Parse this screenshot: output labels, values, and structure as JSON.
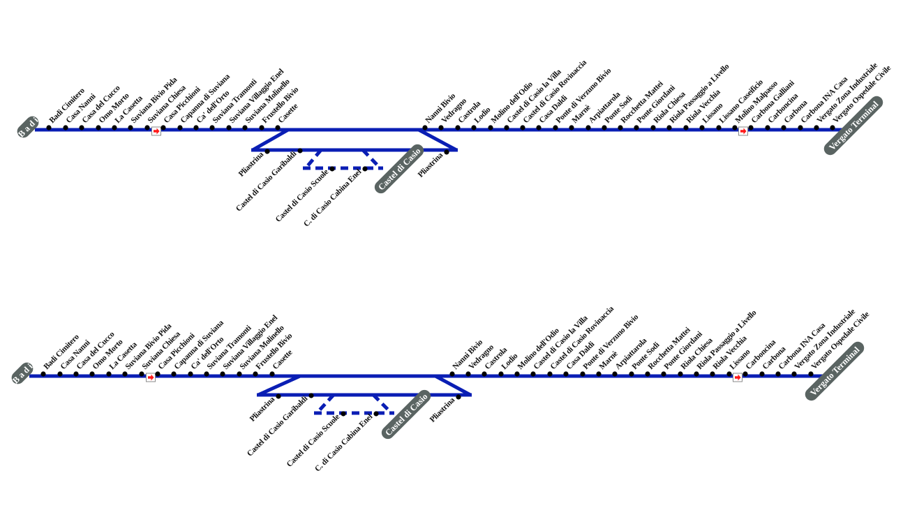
{
  "colors": {
    "line": "#0a1eb4",
    "terminal_bg": "#5a6462",
    "stop": "#000000",
    "direction_arrow": "#ff1a1a"
  },
  "diagrams": [
    {
      "name": "route-diagram-1",
      "terminals": {
        "start": "B a d i",
        "middle": "Castel di Casio",
        "end": "Vergato Terminal"
      },
      "main_stops_left": [
        "Badi Cimitero",
        "Casa Nanni",
        "Casa del Cucco",
        "Omo Morto",
        "La Casetta",
        "Suviana Bivio Pida",
        "Suviana Chiesa",
        "Casa Picchioni",
        "Capanna di Suviana",
        "Ca' dell'Orto",
        "Suviana Tramonti",
        "Suviana Villaggio Enel",
        "Suviana Molinello",
        "Frustello Bivio",
        "Casette"
      ],
      "main_stops_right": [
        "Nanni Bivio",
        "Vedragno",
        "Castrola",
        "Lodio",
        "Molino dell'Odio",
        "Castel di Casio la Villa",
        "Castel di Casio Rovinaccia",
        "Casa Daldi",
        "Ponte di Verzuno Bivio",
        "Marnè",
        "Arpiattarola",
        "Ponte Sodi",
        "Rocchetta Mattei",
        "Ponte Giordani",
        "Riola Chiesa",
        "Riola Passaggio a Livello",
        "Riola Vecchia",
        "Lissano",
        "Lissano Caseificio",
        "Molino Malpasso",
        "Carbona Galliani",
        "Carboncina",
        "Carbona",
        "Carbona INA Casa",
        "Vergato Zona Industriale",
        "Vergato Ospedale Civile"
      ],
      "loop_stops": [
        "Pliastrina",
        "Castel di Casio Garibaldi",
        "Castel di Casio Scuole",
        "C. di Casio Cabina Enel",
        "Pliastrina"
      ],
      "direction_markers": [
        "direction-arrow",
        "direction-arrow"
      ]
    },
    {
      "name": "route-diagram-2",
      "terminals": {
        "start": "B a d i",
        "middle": "Castel di Casio",
        "end": "Vergato Terminal"
      },
      "main_stops_left": [
        "Badi Cimitero",
        "Casa Nanni",
        "Casa del Cucco",
        "Omo Morto",
        "La Casetta",
        "Suviana Bivio Pida",
        "Suviana Chiesa",
        "Casa Picchioni",
        "Capanna di Suviana",
        "Ca' dell'Orto",
        "Suviana Tramonti",
        "Suviana Villaggio Enel",
        "Suviana Molinello",
        "Frustello Bivio",
        "Casette"
      ],
      "main_stops_right": [
        "Nanni Bivio",
        "Vedragno",
        "Castrola",
        "Lodio",
        "Molino dell'Odio",
        "Castel di Casio la Villa",
        "Castel di Casio Rovinaccia",
        "Casa Daldi",
        "Ponte di Verzuno Bivio",
        "Marnè",
        "Arpiattarola",
        "Ponte Sodi",
        "Rocchetta Mattei",
        "Ponte Giordani",
        "Riola Chiesa",
        "Riola Passaggio a Livello",
        "Riola Vecchia",
        "Lissano",
        "Carboncina",
        "Carbona",
        "Carbona INA Casa",
        "Vergato Zona Industriale",
        "Vergato Ospedale Civile"
      ],
      "loop_stops": [
        "Pliastrina",
        "Castel di Casio Garibaldi",
        "Castel di Casio Scuole",
        "C. di Casio Cabina Enel",
        "Pliastrina"
      ],
      "direction_markers": [
        "direction-arrow",
        "direction-arrow"
      ]
    }
  ]
}
